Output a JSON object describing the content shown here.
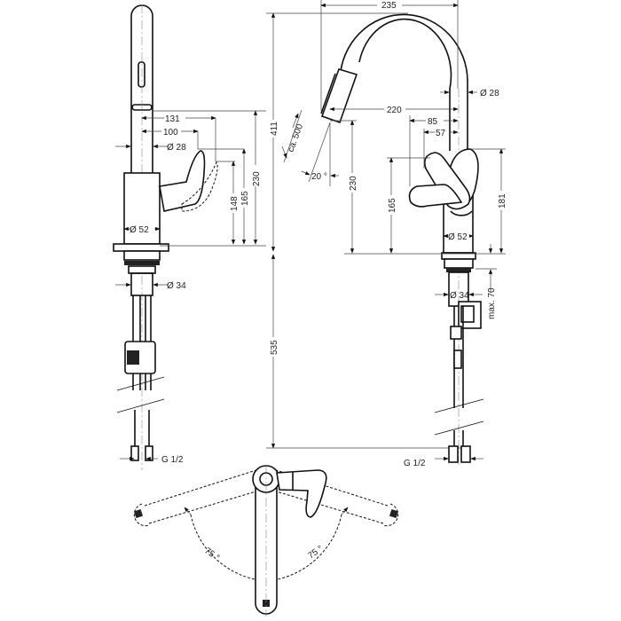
{
  "side_view": {
    "dims": {
      "d131": "131",
      "d100": "100",
      "dia28": "Ø 28",
      "d230": "230",
      "d165": "165",
      "d148": "148",
      "dia52": "Ø 52",
      "dia34": "Ø 34",
      "g12": "G 1/2"
    }
  },
  "overall": {
    "d411": "411",
    "d535": "535"
  },
  "front_view": {
    "dims": {
      "d235": "235",
      "d220": "220",
      "d85": "85",
      "d57": "57",
      "dia28": "Ø 28",
      "d230": "230",
      "d165": "165",
      "d181": "181",
      "dia52": "Ø 52",
      "dia34": "Ø 34",
      "max70": "max. 70",
      "ca500": "ca. 500",
      "angle20": "20 °",
      "g12": "G 1/2"
    }
  },
  "top_view": {
    "angle_left": "75 °",
    "angle_right": "75 °"
  }
}
